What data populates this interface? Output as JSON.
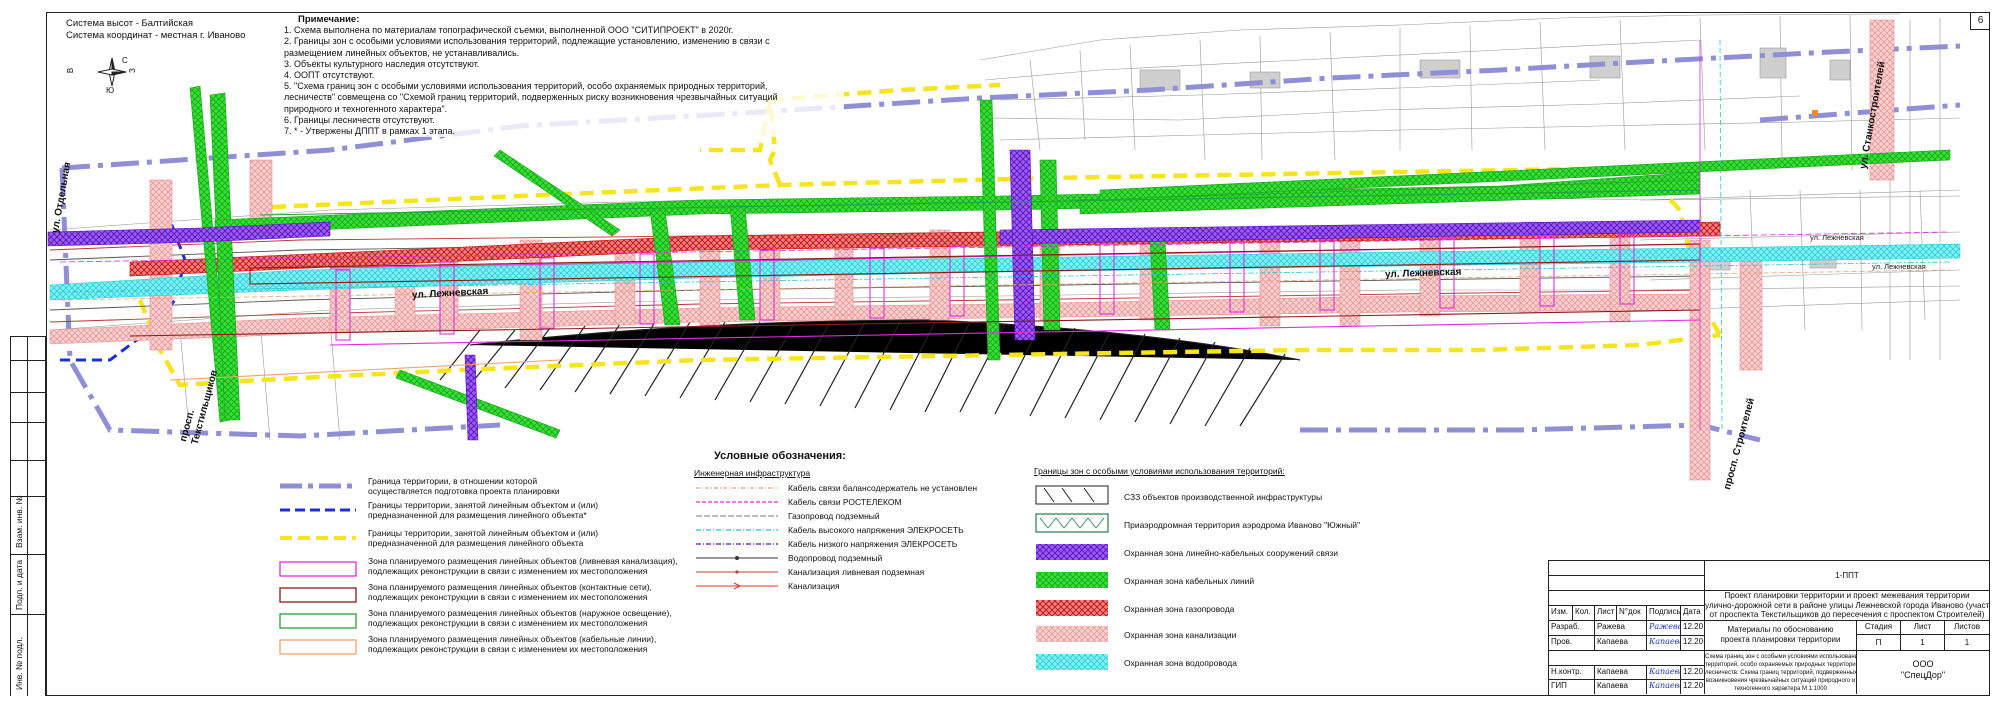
{
  "sheet_number": "6",
  "system": {
    "heights": "Система высот - Балтийская",
    "coordinates": "Система координат - местная г. Иваново"
  },
  "compass": {
    "n": "С",
    "s": "Ю",
    "e": "В",
    "w": "З"
  },
  "notes": {
    "title": "Примечание:",
    "items": [
      "1.  Схема выполнена по материалам топографической съемки,  выполненной ООО \"СИТИПРОЕКТ\" в 2020г.",
      "2. Границы зон с особыми условиями использования территорий, подлежащие установлению, изменению в связи с",
      "размещением линейных объектов, не устанавливались.",
      "3. Объекты культурного наследия отсутствуют.",
      "4. ООПТ отсутствуют.",
      "5. \"Схема границ зон с особыми условиями использования территорий, особо охраняемых природных территорий,",
      "лесничеств\" совмещена со \"Схемой границ территорий, подверженных риску возникновения чрезвычайных ситуаций",
      "природного и техногенного характера\".",
      "6. Границы лесничеств отсутствуют.",
      "7. * - Утвержены ДППТ в рамках 1 этапа."
    ]
  },
  "streets": {
    "otdelnaya": "ул. Отдельная",
    "lezhnevskaya_1": "ул. Лежневская",
    "lezhnevskaya_2": "ул. Лежневская",
    "lezhnevskaya_small_1": "ул. Лежневская",
    "lezhnevskaya_small_2": "ул. Лежневская",
    "stankostroiteley": "ул. Станкостроителей",
    "tekstilshchikov": "просп. Текстильщиков",
    "stroiteley": "просп. Строителей"
  },
  "colors": {
    "boundary": "#8f8fd6",
    "linear": "#1a2fd6",
    "approved": "#f6e41e",
    "storm": "#e02de0",
    "contact": "#8b1b1b",
    "lighting": "#22a33a",
    "cable": "#f0a070",
    "cable_zone": "#7a2ee0",
    "power_zone": "#34e234",
    "gas_zone": "#e03535",
    "sewer_zone": "#f6b8b8",
    "water_zone": "#3ee6ee"
  },
  "legend": {
    "title": "Условные обозначения:",
    "left": [
      {
        "name": "boundary",
        "text": "Граница территории, в отношении которой\nосуществляется подготовка проекта планировки"
      },
      {
        "name": "linear-object",
        "text": "Границы территории, занятой линейным объектом и (или)\nпредназначенной для размещения линейного объекта*"
      },
      {
        "name": "linear-object-yellow",
        "text": "Границы территории, занятой линейным объектом и (или)\nпредназначенной для размещения линейного объекта"
      },
      {
        "name": "storm-sewer-zone",
        "text": "Зона планируемого размещения линейных объектов (ливневая канализация),\nподлежащих реконструкции в связи с изменением их местоположения"
      },
      {
        "name": "contact-network-zone",
        "text": "Зона планируемого размещения линейных объектов (контактные сети),\nподлежащих реконструкции в связи с изменением их местоположения"
      },
      {
        "name": "outdoor-lighting-zone",
        "text": "Зона планируемого размещения линейных объектов (наружное освещение),\nподлежащих реконструкции в связи с изменением их местоположения"
      },
      {
        "name": "cable-lines-zone",
        "text": "Зона планируемого размещения линейных объектов (кабельные линии),\nподлежащих реконструкции в связи с изменением их местоположения"
      }
    ],
    "engineering_title": "Инженерная инфраструктура",
    "engineering": [
      {
        "name": "cable-unknown",
        "text": "Кабель связи балансодержатель не установлен"
      },
      {
        "name": "cable-rostelecom",
        "text": "Кабель связи РОСТЕЛЕКОМ"
      },
      {
        "name": "gas-underground",
        "text": "Газопровод подземный"
      },
      {
        "name": "high-voltage",
        "text": "Кабель высокого напряжения ЭЛЕКРОСЕТЬ"
      },
      {
        "name": "low-voltage",
        "text": "Кабель низкого напряжения ЭЛЕКРОСЕТЬ"
      },
      {
        "name": "water-underground",
        "text": "Водопровод подземный"
      },
      {
        "name": "storm-underground",
        "text": "Канализация ливневая подземная"
      },
      {
        "name": "sewer",
        "text": "Канализация"
      }
    ],
    "zones_title": "Границы зон с особыми условиями использования территорий:",
    "zones": [
      {
        "name": "sanitary-zone",
        "text": "СЗЗ объектов производственной инфраструктуры"
      },
      {
        "name": "airfield-zone",
        "text": "Приаэродромная территория аэродрома  Иваново \"Южный\""
      },
      {
        "name": "cable-comm-zone",
        "text": "Охранная зона линейно-кабельных сооружений связи"
      },
      {
        "name": "cable-power-zone",
        "text": "Охранная зона кабельных линий"
      },
      {
        "name": "gas-zone",
        "text": "Охранная зона газопровода"
      },
      {
        "name": "sewer-zone",
        "text": "Охранная зона канализации"
      },
      {
        "name": "water-zone",
        "text": "Охранная зона водопровода"
      }
    ]
  },
  "left_stamp": {
    "inv_podl": "Инв. № подл.",
    "podp_data": "Подп. и дата",
    "vzam_inv": "Взам. инв. №"
  },
  "title_block": {
    "code": "1-ППТ",
    "project": "Проект планировки территории и проект межевания территории\nулично-дорожной сети в районе улицы Лежневской города Иваново (участок\nот проспекта Текстильщиков до пересечения с проспектом Строителей)",
    "headers": [
      "Изм.",
      "Кол.",
      "Лист",
      "N°док",
      "Подпись",
      "Дата"
    ],
    "rows": [
      {
        "role": "Разраб.",
        "name": "Ражева",
        "sig": "Ражева",
        "date": "12.20"
      },
      {
        "role": "Пров.",
        "name": "Капаева",
        "sig": "Капаева",
        "date": "12.20"
      },
      {
        "role": "Н.контр.",
        "name": "Капаева",
        "sig": "Капаева",
        "date": "12.20"
      },
      {
        "role": "ГИП",
        "name": "Капаева",
        "sig": "Капаева",
        "date": "12.20"
      }
    ],
    "section": "Материалы по обоснованию\nпроекта планировки территории",
    "stage_h": "Стадия",
    "sheet_h": "Лист",
    "sheets_h": "Листов",
    "stage": "П",
    "sheet": "1",
    "sheets": "1",
    "drawing": "Схема границ зон с особыми условиями использования\nтерриторий, особо охраняемых природных территорий,\nлесничеств. Схема границ территорий, подверженных риску\nвозникновения чрезвычайных ситуаций природного и\nтехногенного характера М 1:1000",
    "org": "ООО\n\"СпецДор\""
  }
}
